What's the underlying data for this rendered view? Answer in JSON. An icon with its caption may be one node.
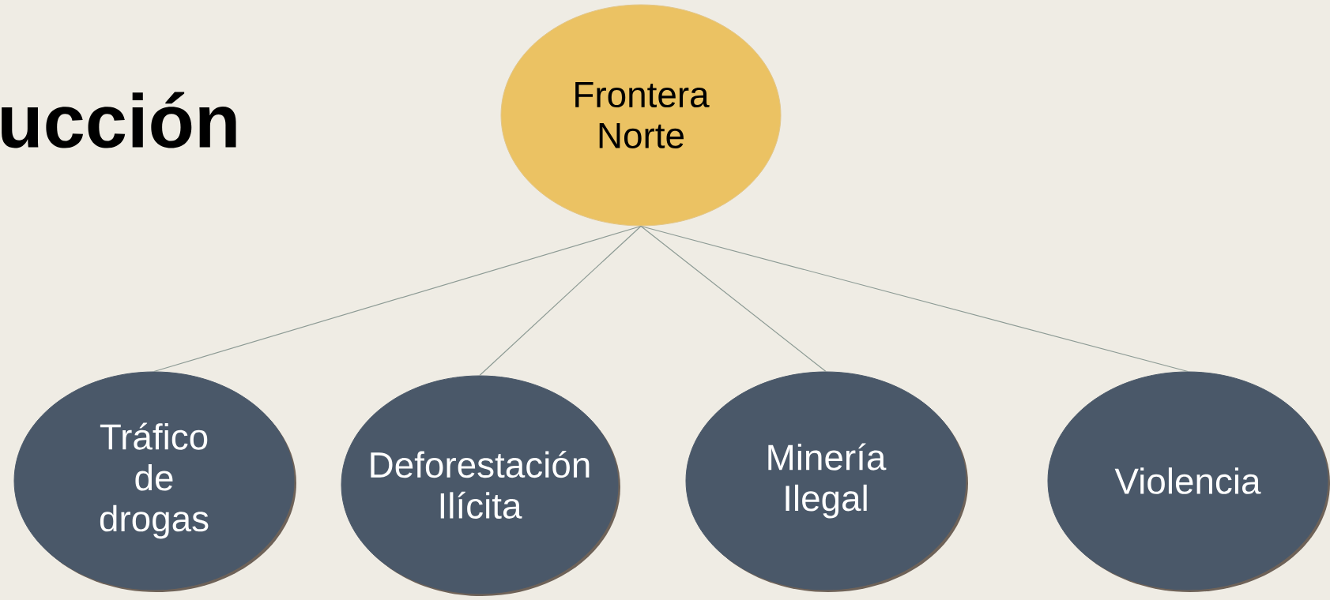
{
  "diagram": {
    "title": "ucción",
    "nodes": [
      {
        "text": [
          "Frontera Norte"
        ]
      },
      {
        "text": [
          "Tráfico de drogas"
        ]
      },
      {
        "text": [
          "Deforestación Ilícita"
        ]
      },
      {
        "text": [
          "Minería Ilegal"
        ]
      },
      {
        "text": [
          "Violencia"
        ]
      }
    ],
    "edges": [
      {
        "from": 0,
        "to": 1,
        "arrow": "none"
      },
      {
        "from": 0,
        "to": 2,
        "arrow": "none"
      },
      {
        "from": 0,
        "to": 3,
        "arrow": "none"
      },
      {
        "from": 0,
        "to": 4,
        "arrow": "none"
      }
    ]
  }
}
